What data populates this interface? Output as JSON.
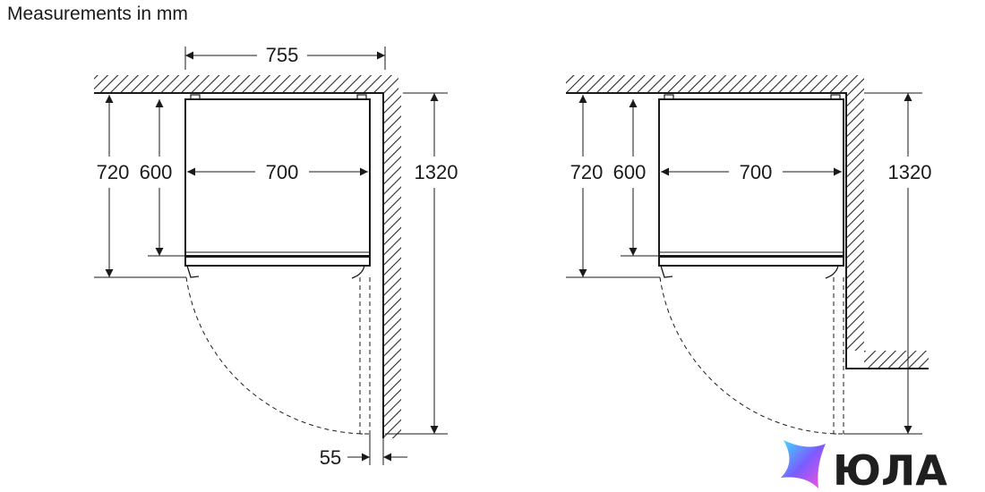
{
  "title": "Measurements in mm",
  "logo_text": "ЮЛА",
  "colors": {
    "line": "#1a1a1a",
    "hatch": "#2a2a2a",
    "logo_text": "#1f1f1f"
  },
  "left": {
    "width_total": "755",
    "height_720": "720",
    "height_600": "600",
    "inner_width": "700",
    "depth_total": "1320",
    "gap": "55"
  },
  "right": {
    "height_720": "720",
    "height_600": "600",
    "inner_width": "700",
    "depth_total": "1320"
  }
}
